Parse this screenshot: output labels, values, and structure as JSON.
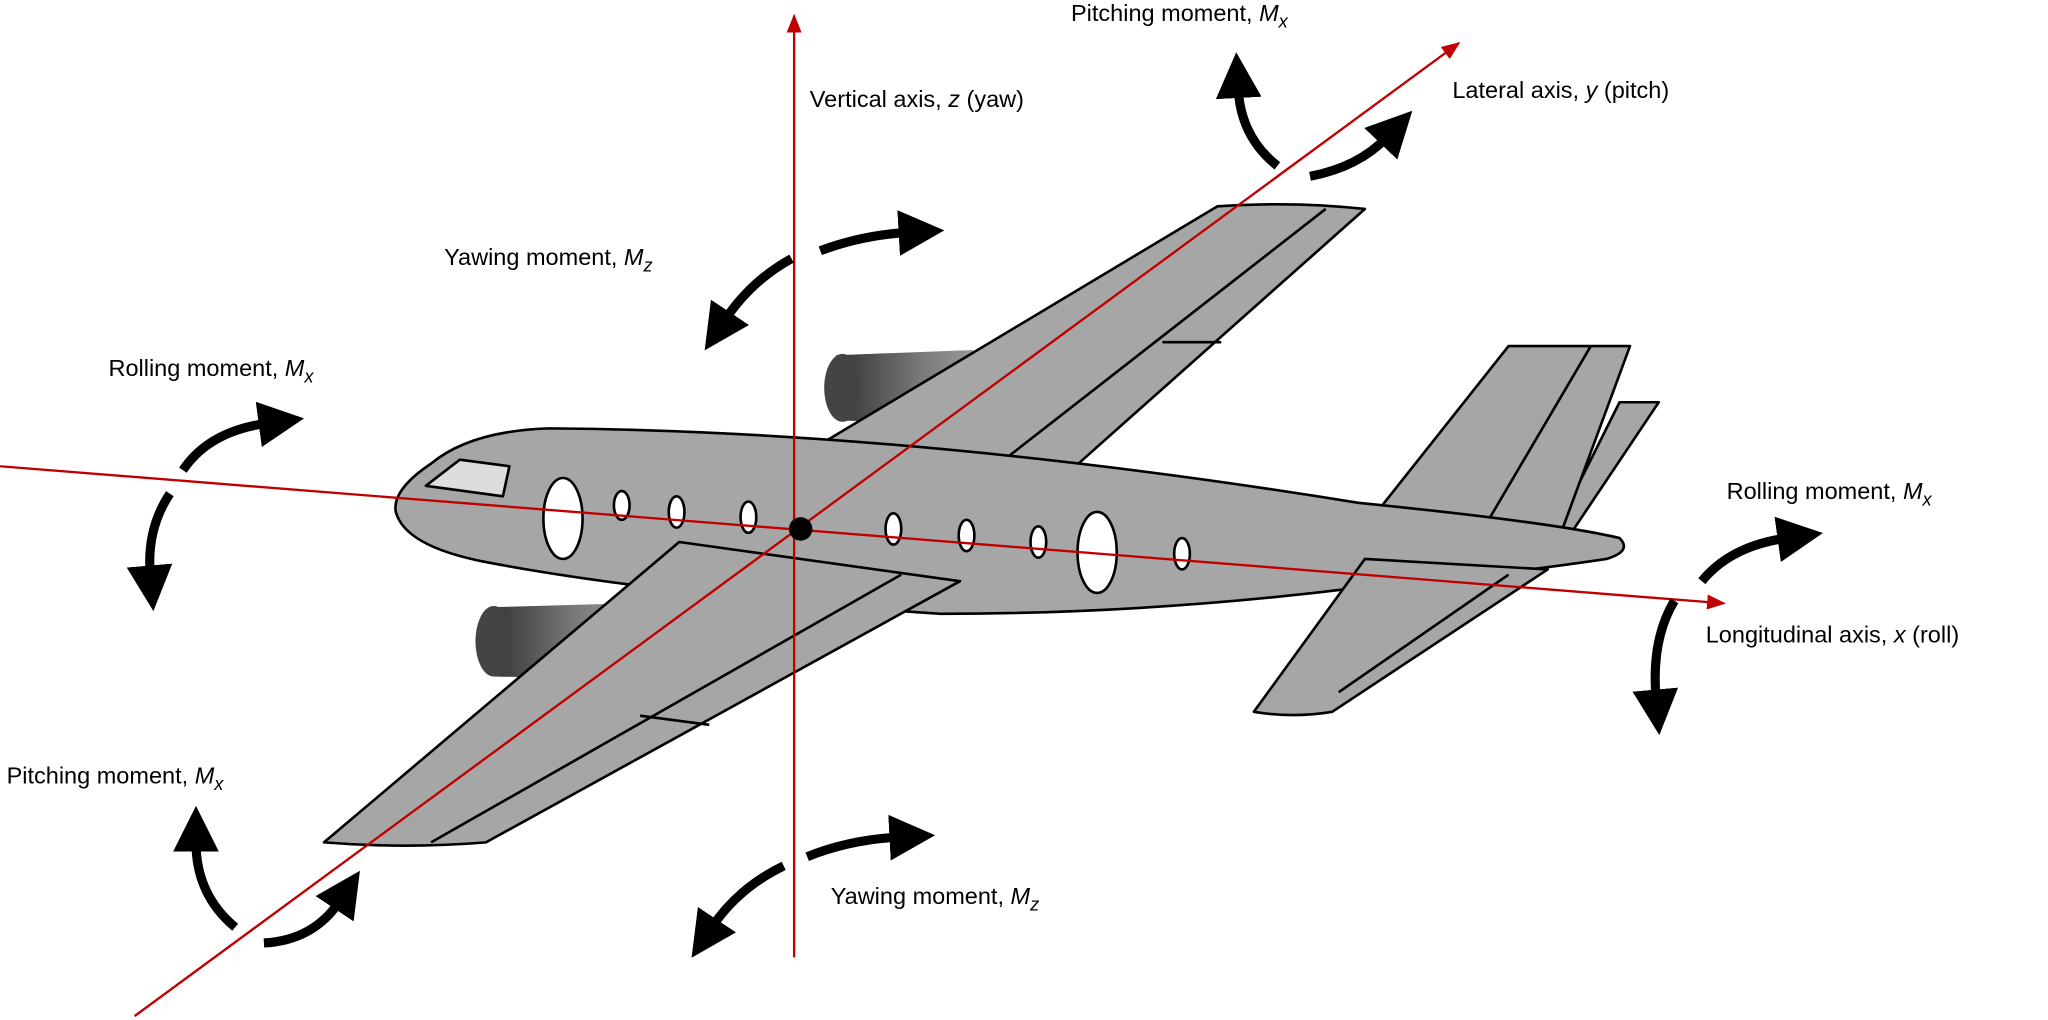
{
  "labels": {
    "pitch_top": {
      "text": "Pitching moment, ",
      "sym": "M",
      "sub": "x"
    },
    "lateral_axis": {
      "text": "Lateral axis, ",
      "var": "y",
      "rest": " (pitch)"
    },
    "vertical_axis": {
      "text": "Vertical axis, ",
      "var": "z",
      "rest": " (yaw)"
    },
    "yaw_top": {
      "text": "Yawing moment, ",
      "sym": "M",
      "sub": "z"
    },
    "roll_left": {
      "text": "Rolling moment, ",
      "sym": "M",
      "sub": "x"
    },
    "roll_right": {
      "text": "Rolling moment, ",
      "sym": "M",
      "sub": "x"
    },
    "longitudinal_axis": {
      "text": "Longitudinal axis, ",
      "var": "x",
      "rest": " (roll)"
    },
    "pitch_bottom": {
      "text": "Pitching moment, ",
      "sym": "M",
      "sub": "x"
    },
    "yaw_bottom": {
      "text": "Yawing moment, ",
      "sym": "M",
      "sub": "z"
    }
  },
  "colors": {
    "axis": "#c00000",
    "aircraft": "#a6a6a6",
    "moment_arrow": "#000000"
  }
}
